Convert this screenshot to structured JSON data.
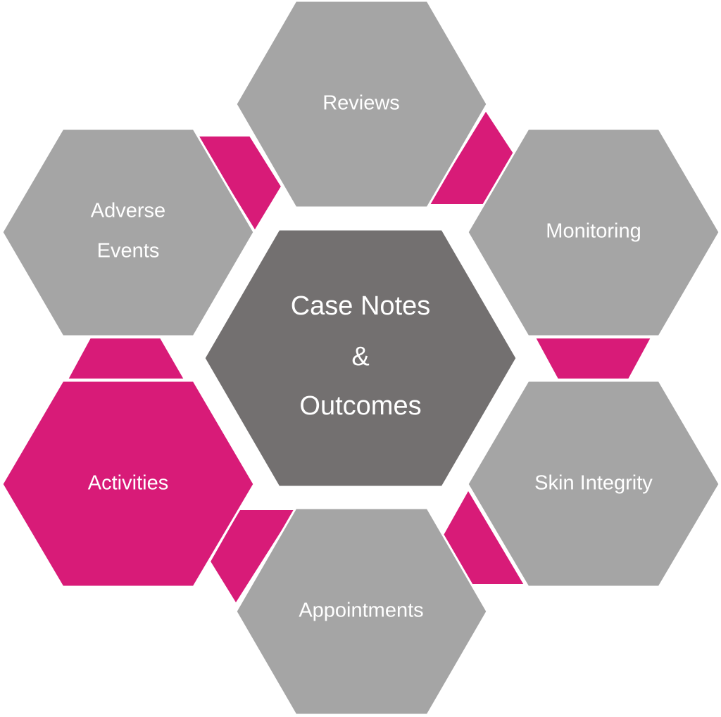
{
  "colors": {
    "center": "#737070",
    "outer": "#a5a5a5",
    "accent": "#d81b78",
    "text": "#ffffff"
  },
  "center": {
    "lines": [
      "Case Notes",
      "&",
      "Outcomes"
    ]
  },
  "nodes": {
    "reviews": {
      "lines": [
        "Reviews"
      ],
      "highlighted": false
    },
    "monitoring": {
      "lines": [
        "Monitoring"
      ],
      "highlighted": false
    },
    "skin_integrity": {
      "lines": [
        "Skin Integrity"
      ],
      "highlighted": false
    },
    "appointments": {
      "lines": [
        "Appointments"
      ],
      "highlighted": false
    },
    "activities": {
      "lines": [
        "Activities"
      ],
      "highlighted": true
    },
    "adverse_events": {
      "lines": [
        "Adverse",
        "Events"
      ],
      "highlighted": false
    }
  }
}
